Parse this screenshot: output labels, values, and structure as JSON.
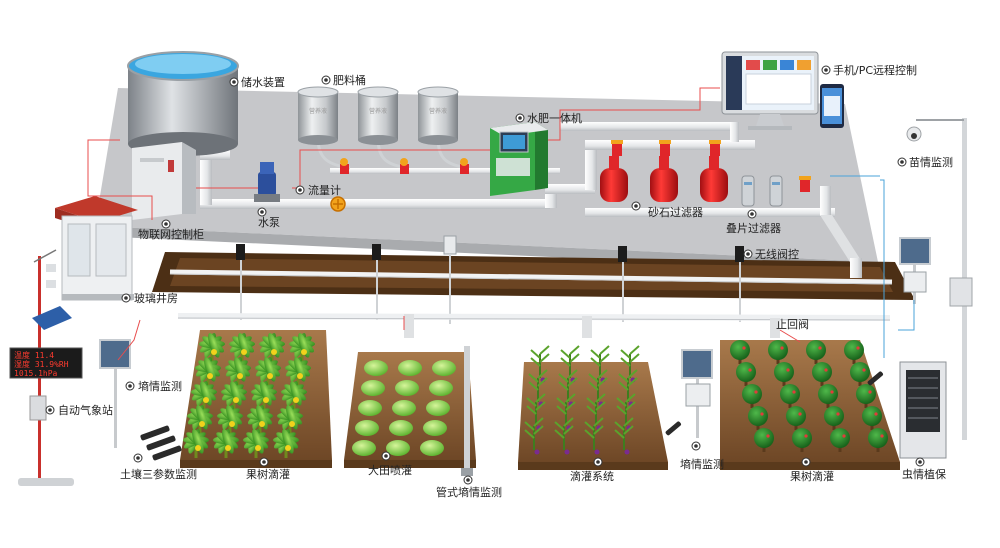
{
  "labels": {
    "water_storage": "储水装置",
    "fertilizer_bucket": "肥料桶",
    "water_fertilizer_machine": "水肥一体机",
    "remote_control": "手机/PC远程控制",
    "seedling_monitor": "苗情监测",
    "flow_meter": "流量计",
    "water_pump": "水泵",
    "iot_cabinet": "物联网控制柜",
    "sand_filter": "砂石过滤器",
    "disc_filter": "叠片过滤器",
    "wireless_valve": "无线阀控",
    "glass_well_house": "玻璃井房",
    "check_valve": "止回阀",
    "moisture_monitor_left": "墒情监测",
    "moisture_monitor_right": "墒情监测",
    "weather_station": "自动气象站",
    "soil_param_monitor": "土壤三参数监测",
    "fruit_tree_drip_left": "果树滴灌",
    "field_sprinkler": "大田喷灌",
    "pipe_moisture_monitor": "管式墒情监测",
    "drip_system": "滴灌系统",
    "fruit_tree_drip_right": "果树滴灌",
    "pest_protection": "虫情植保"
  },
  "tank_labels": [
    "营养液",
    "营养液",
    "营养液"
  ],
  "station_display": [
    "温度 11.4",
    "湿度 31.9%RH",
    "1015.1hPa"
  ],
  "colors": {
    "pipe": "#eef0f2",
    "platform": "#c4c5c8",
    "trench": "#5a3a1c",
    "soil": "#9a6a3e",
    "valve_red": "#e0262a",
    "machine_green": "#2f9e3f",
    "control_line": "#e84c4c",
    "signal_line": "#4aa3d9"
  }
}
